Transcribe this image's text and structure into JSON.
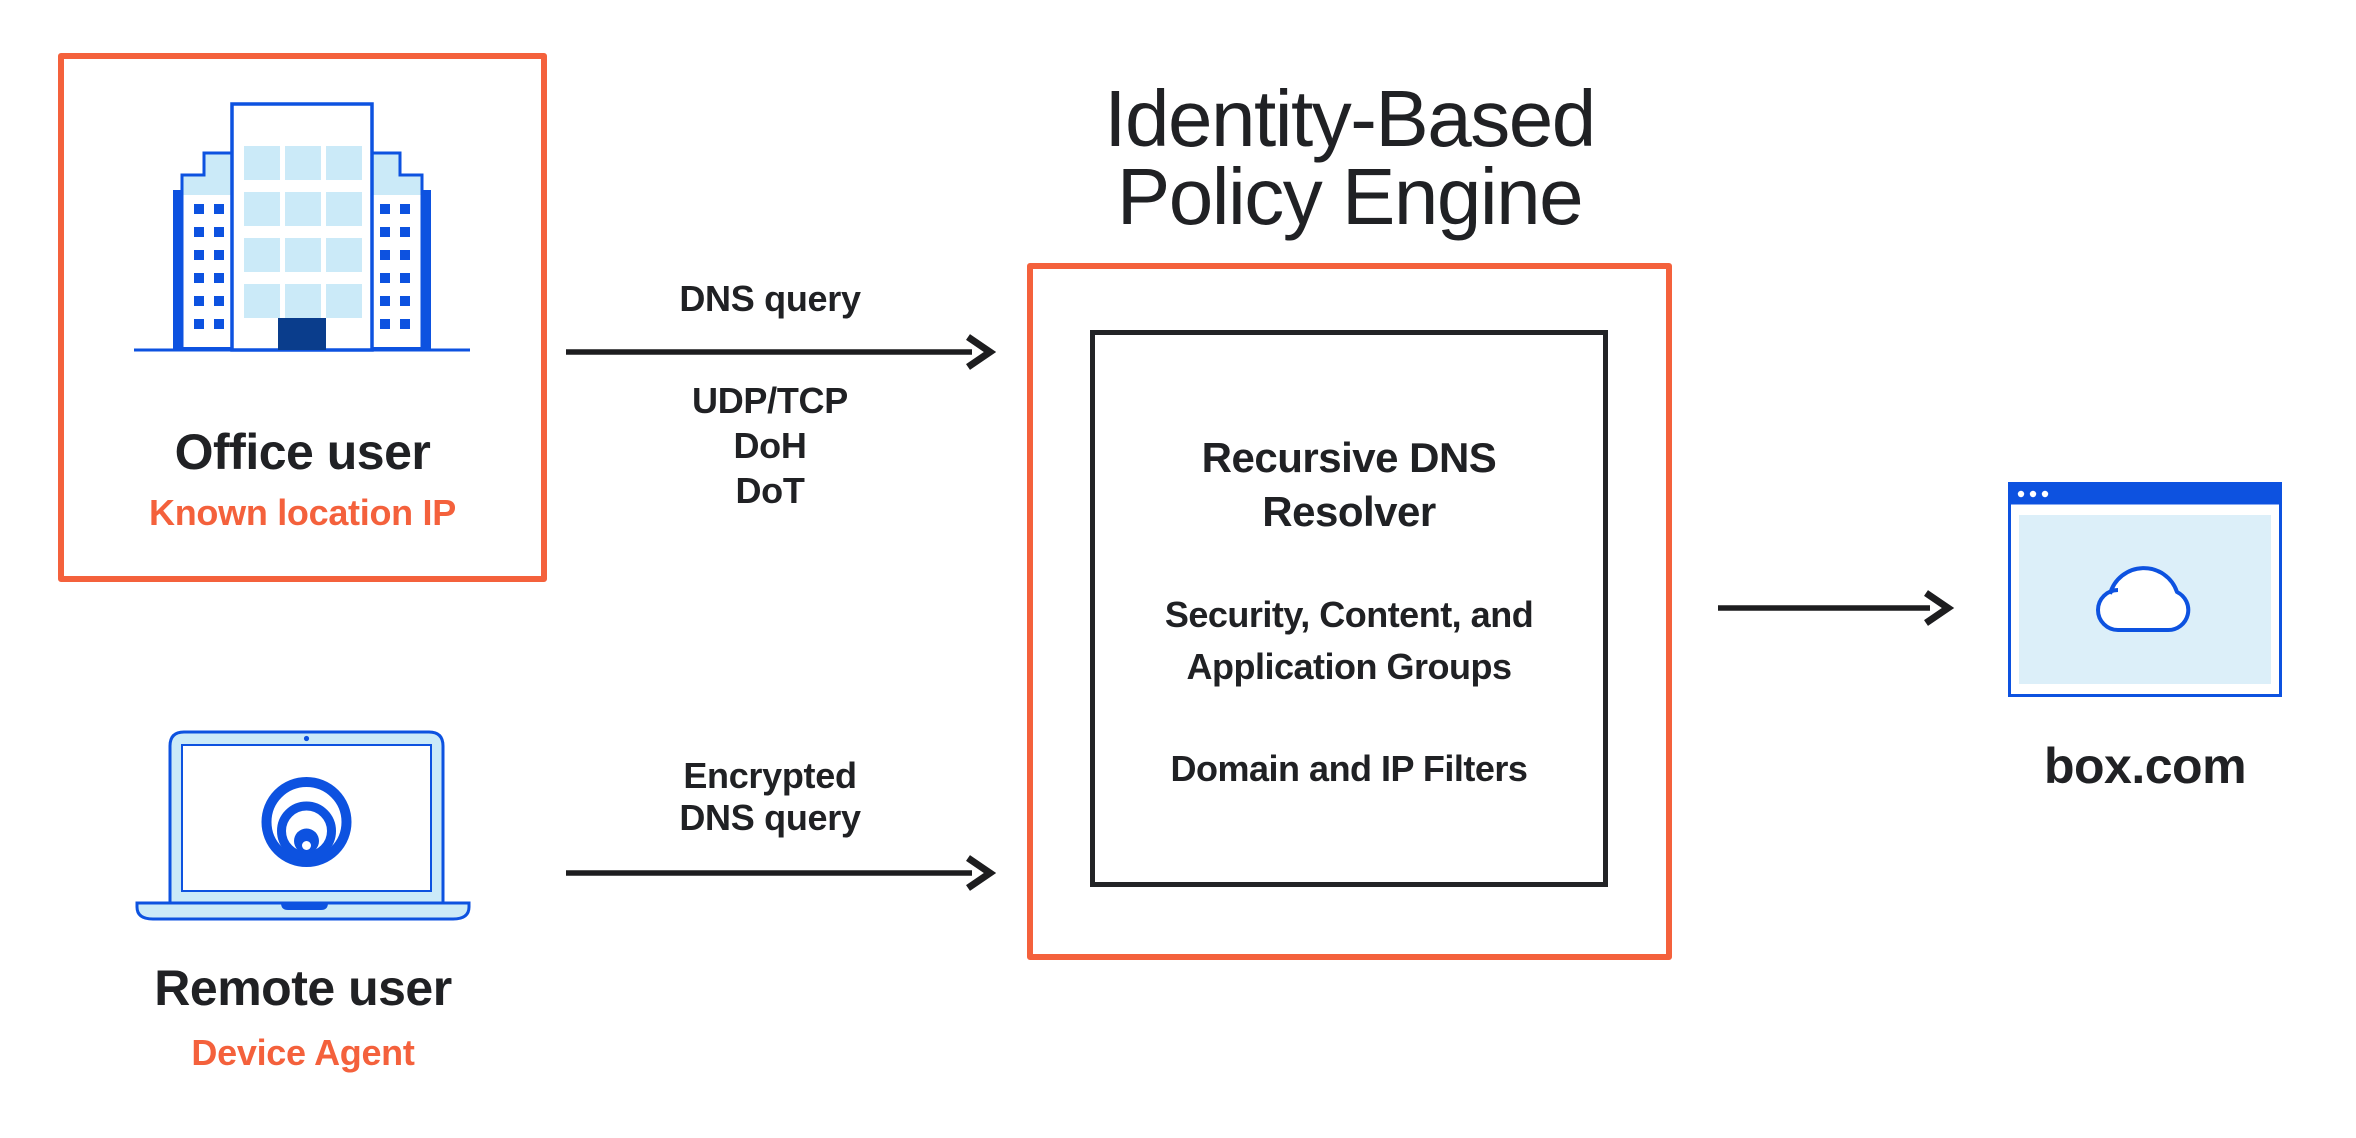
{
  "colors": {
    "accent_orange": "#F4613C",
    "primary_blue": "#0D52E0",
    "light_blue": "#CBEAF8",
    "pale_blue": "#DCEFF9",
    "navy_blue": "#0A3D8C",
    "text_ink": "#202124",
    "arrow_black": "#1D1D1F"
  },
  "title": {
    "line1": "Identity-Based",
    "line2": "Policy Engine"
  },
  "office_user": {
    "label": "Office user",
    "sublabel": "Known location IP",
    "icon": "office-building-icon"
  },
  "remote_user": {
    "label": "Remote user",
    "sublabel": "Device Agent",
    "icon": "laptop-agent-icon"
  },
  "dns_query_arrow": {
    "label": "DNS query",
    "protocols": [
      "UDP/TCP",
      "DoH",
      "DoT"
    ]
  },
  "encrypted_arrow": {
    "label_line1": "Encrypted",
    "label_line2": "DNS query"
  },
  "policy_engine": {
    "box_title": "Recursive DNS Resolver",
    "item1": "Security, Content, and Application Groups",
    "item2": "Domain and IP Filters"
  },
  "destination": {
    "label": "box.com",
    "icon": "browser-cloud-icon"
  }
}
